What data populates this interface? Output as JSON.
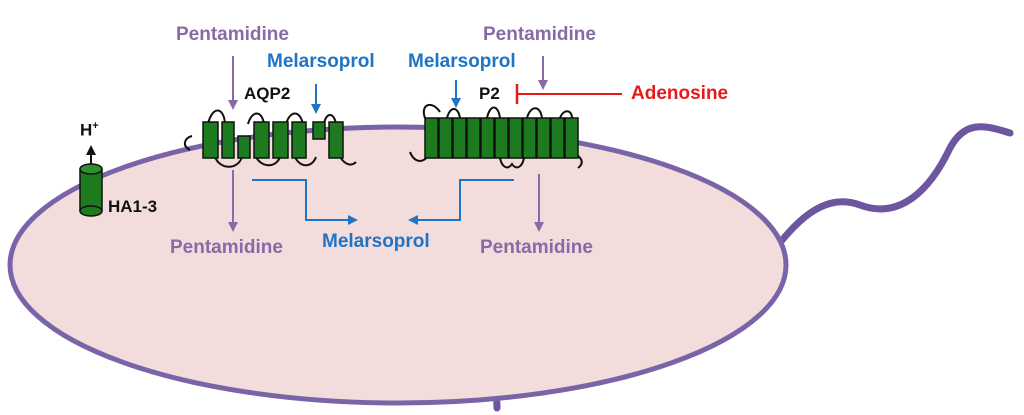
{
  "colors": {
    "cell_fill": "#f2dcdc",
    "cell_stroke": "#7a64a8",
    "protein_green": "#1e7a1e",
    "pentamidine": "#8a6aa6",
    "melarsoprol": "#1f74c4",
    "adenosine_inhibitor": "#e41b1b",
    "text_dark": "#111111"
  },
  "labels": {
    "pentamidine_top_left": "Pentamidine",
    "pentamidine_top_right": "Pentamidine",
    "pentamidine_bottom_left": "Pentamidine",
    "pentamidine_bottom_right": "Pentamidine",
    "melarsoprol_top_left": "Melarsoprol",
    "melarsoprol_top_right": "Melarsoprol",
    "melarsoprol_inside": "Melarsoprol",
    "adenosine": "Adenosine",
    "aqp2": "AQP2",
    "p2": "P2",
    "ha13": "HA1-3",
    "proton": "H",
    "proton_charge": "+"
  },
  "icons": [
    "transmembrane-helix-icon",
    "proton-pump-cylinder-icon",
    "inhibition-bar-icon",
    "arrow-icon"
  ]
}
